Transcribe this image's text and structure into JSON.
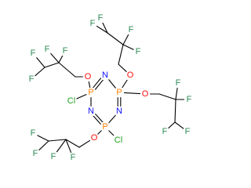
{
  "structure": {
    "atoms": {
      "P": "P",
      "N": "N",
      "O": "O",
      "Cl": "Cl",
      "F": "F"
    },
    "colors": {
      "P": "#ff8000",
      "N": "#1010ff",
      "O": "#ff0d0d",
      "Cl": "#1fa01f",
      "F": "#2e8b57",
      "bond": "#000000"
    }
  }
}
